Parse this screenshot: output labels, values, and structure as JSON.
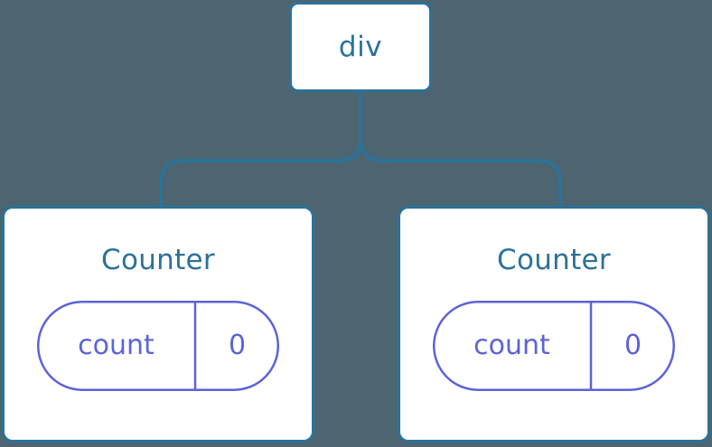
{
  "diagram": {
    "type": "component-tree",
    "background_color": "#4c6570",
    "node_border_color": "#2b7299",
    "node_fill_color": "#ffffff",
    "connector_color": "#2b7299",
    "state_accent_color": "#5c63d8",
    "root": {
      "label": "div"
    },
    "children": [
      {
        "label": "Counter",
        "state": {
          "key": "count",
          "value": "0"
        }
      },
      {
        "label": "Counter",
        "state": {
          "key": "count",
          "value": "0"
        }
      }
    ]
  }
}
